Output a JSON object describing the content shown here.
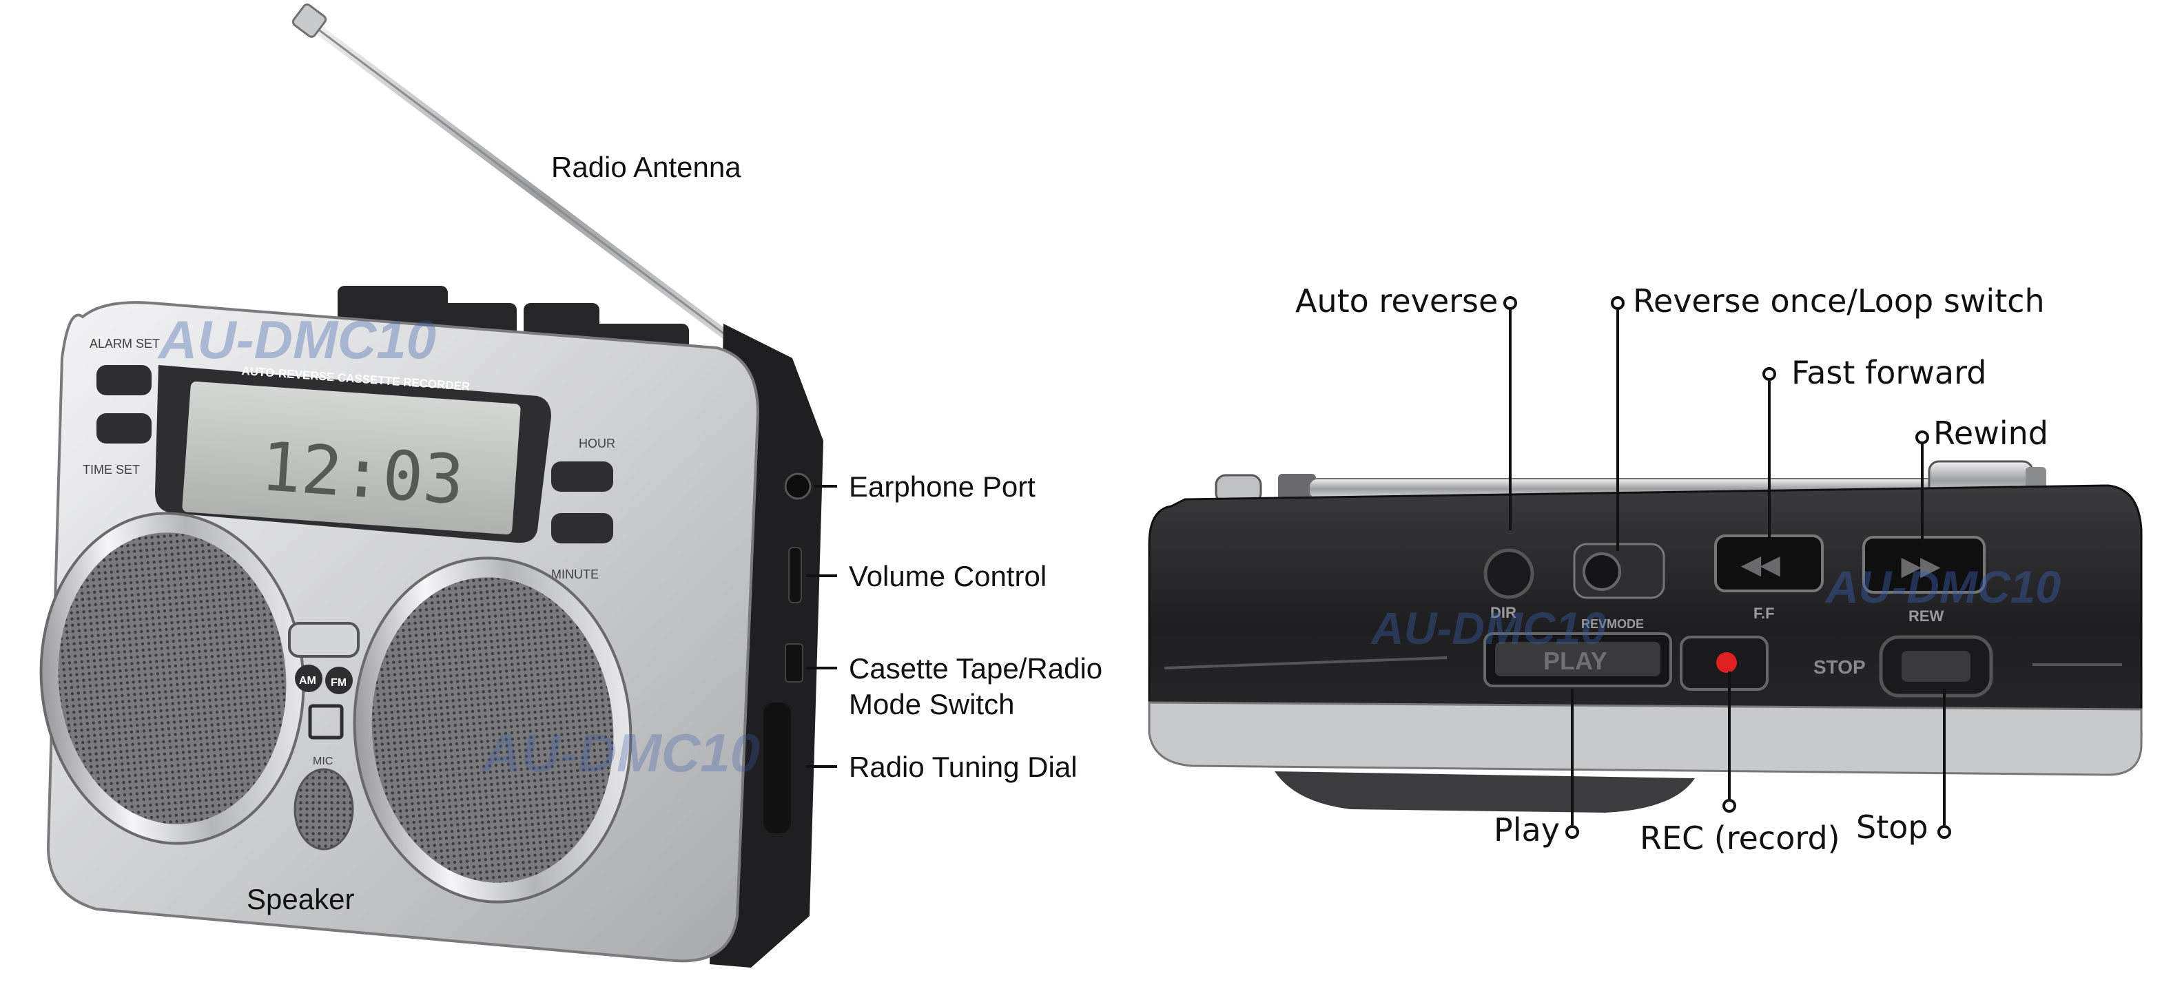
{
  "left_device": {
    "watermark": "AU-DMC10",
    "alarm_set": "ALARM SET",
    "time_set": "TIME SET",
    "hour": "HOUR",
    "minute": "MINUTE",
    "recorder_label": "AUTO-REVERSE CASSETTE RECORDER",
    "lcd_time": "12:03",
    "am": "AM",
    "fm": "FM",
    "mic": "MIC"
  },
  "right_device": {
    "watermark": "AU-DMC10",
    "dir": "DIR",
    "revmode": "REVMODE",
    "ff": "F.F",
    "rew": "REW",
    "play": "PLAY",
    "stop": "STOP"
  },
  "labels": {
    "radio_antenna": "Radio Antenna",
    "earphone_port": "Earphone Port",
    "volume_control": "Volume Control",
    "mode_switch_line1": "Casette Tape/Radio",
    "mode_switch_line2": "Mode Switch",
    "tuning_dial": "Radio Tuning Dial",
    "speaker": "Speaker",
    "auto_reverse": "Auto reverse",
    "reverse_loop": "Reverse once/Loop switch",
    "fast_forward": "Fast forward",
    "rewind": "Rewind",
    "play": "Play",
    "rec": "REC (record)",
    "stop": "Stop"
  },
  "colors": {
    "body_silver": "#d9dadc",
    "dark_plastic": "#2b2b2d",
    "speaker_mesh": "#6e6e70",
    "rec_dot": "#e02020",
    "watermark": "#3a5ea8"
  }
}
